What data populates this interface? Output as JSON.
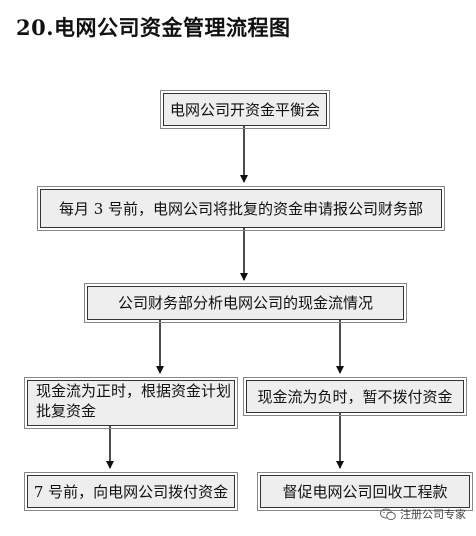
{
  "title": "20.电网公司资金管理流程图",
  "nodes": {
    "n1": "电网公司开资金平衡会",
    "n2": "每月 3 号前，电网公司将批复的资金申请报公司财务部",
    "n3": "公司财务部分析电网公司的现金流情况",
    "n4_line1": "现金流为正时，根据资金计划",
    "n4_line2": "批复资金",
    "n5": "现金流为负时，暂不拨付资金",
    "n6": "7 号前，向电网公司拨付资金",
    "n7": "督促电网公司回收工程款"
  },
  "watermark": {
    "text": "注册公司专家",
    "icon": "wechat-icon"
  },
  "colors": {
    "box_fill": "#eeeeee",
    "border": "#333333",
    "arrow": "#111111"
  }
}
